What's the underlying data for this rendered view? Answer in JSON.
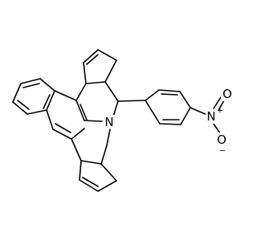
{
  "atoms": [
    {
      "id": "ring_n",
      "symbol": "N"
    },
    {
      "id": "nitro_n",
      "symbol": "N",
      "charge": "+"
    },
    {
      "id": "nitro_o_top",
      "symbol": "O"
    },
    {
      "id": "nitro_o_bottom",
      "symbol": "O",
      "charge": "−"
    }
  ],
  "colors": {
    "bond": "#000000",
    "background": "#ffffff"
  }
}
